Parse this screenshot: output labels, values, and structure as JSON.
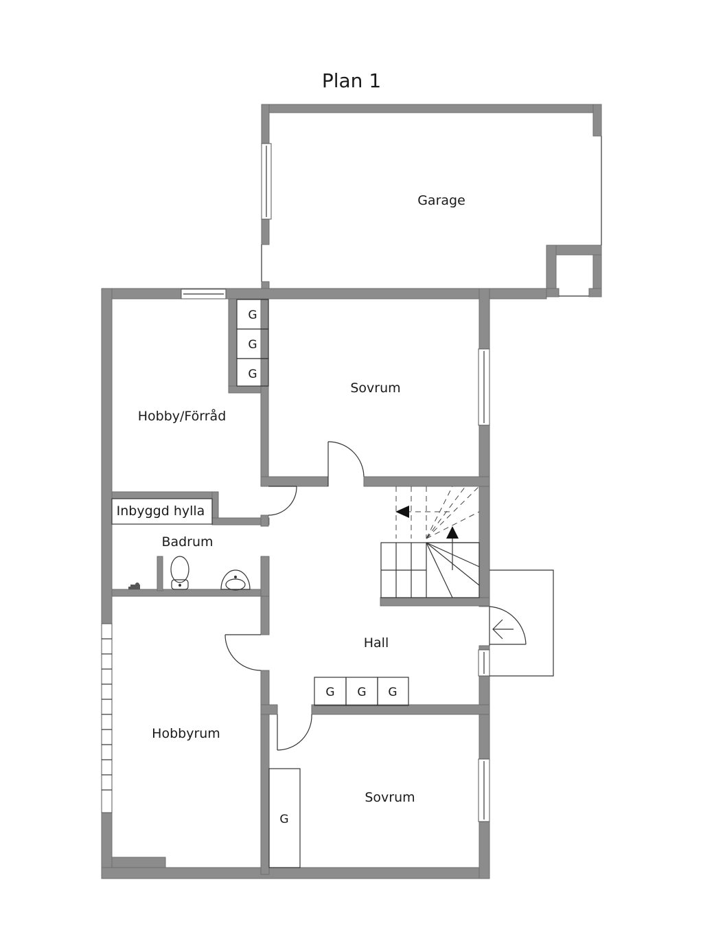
{
  "title": "Plan 1",
  "rooms": {
    "garage": "Garage",
    "sovrum_upper": "Sovrum",
    "hobby_forrad": "Hobby/Förråd",
    "inbyggd_hylla": "Inbyggd hylla",
    "badrum": "Badrum",
    "hall": "Hall",
    "hobbyrum": "Hobbyrum",
    "sovrum_lower": "Sovrum"
  },
  "closets": {
    "g1": "G",
    "g2": "G",
    "g3": "G",
    "hall_g1": "G",
    "hall_g2": "G",
    "hall_g3": "G",
    "lower_g": "G"
  },
  "colors": {
    "wall": "#8c8c8c",
    "line": "#333333",
    "background": "#ffffff"
  }
}
